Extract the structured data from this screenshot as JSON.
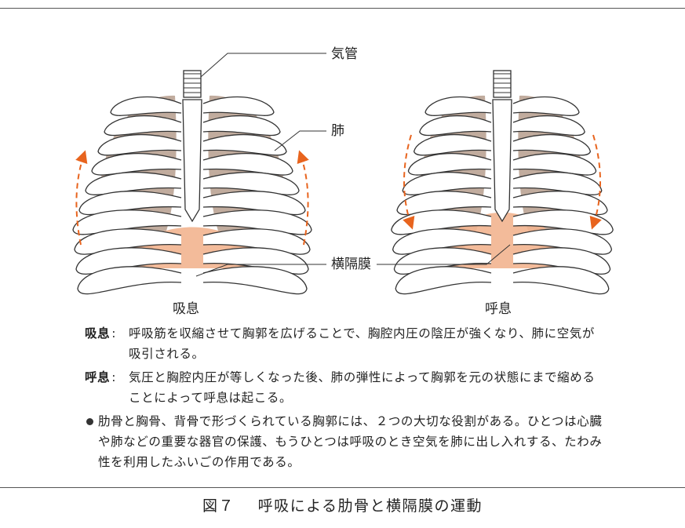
{
  "diagram": {
    "labels": {
      "trachea": "気管",
      "lung": "肺",
      "diaphragm": "横隔膜",
      "inhale": "吸息",
      "exhale": "呼息"
    },
    "colors": {
      "lung_fill": "#b69e8d",
      "diaphragm_fill": "#f2b48f",
      "arrow": "#e8641e",
      "outline": "#333333"
    }
  },
  "description": {
    "items": [
      {
        "term": "吸息",
        "text": "呼吸筋を収縮させて胸郭を広げることで、胸腔内圧の陰圧が強くなり、肺に空気が吸引される。"
      },
      {
        "term": "呼息",
        "text": "気圧と胸腔内圧が等しくなった後、肺の弾性によって胸郭を元の状態にまで縮めることによって呼息は起こる。"
      }
    ],
    "note": "肋骨と胸骨、背骨で形づくられている胸郭には、２つの大切な役割がある。ひとつは心臓や肺などの重要な器官の保護、もうひとつは呼吸のとき空気を肺に出し入れする、たわみ性を利用したふいごの作用である。"
  },
  "caption": {
    "number": "図７",
    "title": "呼吸による肋骨と横隔膜の運動"
  }
}
